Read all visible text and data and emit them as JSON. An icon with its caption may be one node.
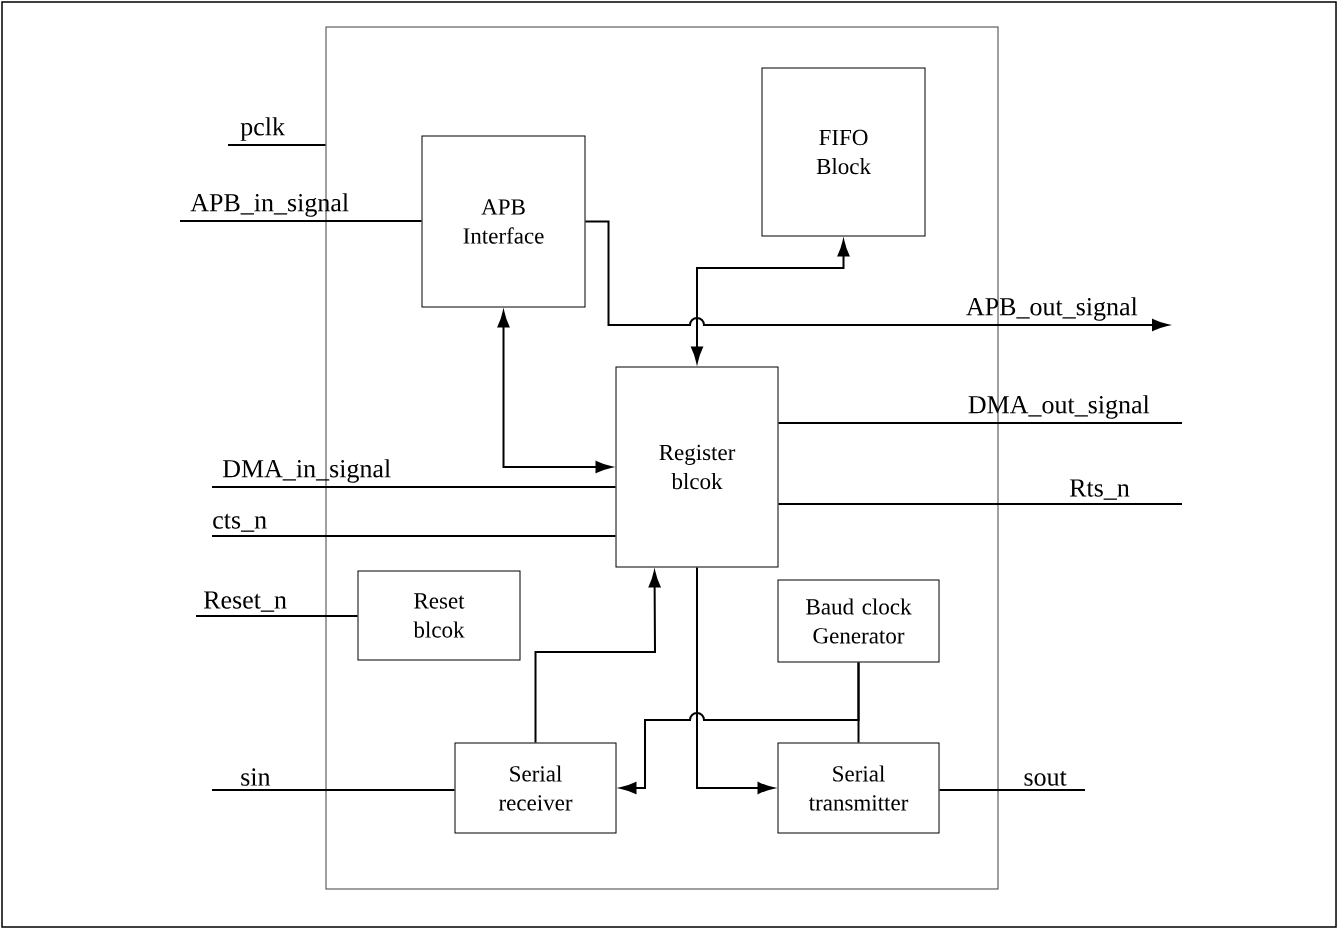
{
  "diagram": {
    "nodes": [
      {
        "text": [],
        "shape": "box"
      },
      {
        "text": [
          "APB Interface"
        ],
        "in": 0
      },
      {
        "text": [
          "FIFO Block"
        ],
        "in": 0
      },
      {
        "text": [
          "Register blcok"
        ],
        "in": 0
      },
      {
        "text": [
          "Reset blcok"
        ],
        "in": 0
      },
      {
        "text": [
          "Baud clock Generator"
        ],
        "in": 0
      },
      {
        "text": [
          "Serial receiver"
        ],
        "in": 0
      },
      {
        "text": [
          "Serial transmitter"
        ],
        "in": 0
      },
      {
        "text": [
          "pclk"
        ]
      },
      {
        "text": [
          "APB_in_signal"
        ]
      },
      {
        "text": [
          "APB_out_signal"
        ]
      },
      {
        "text": [
          "DMA_out_signal"
        ]
      },
      {
        "text": [
          "DMA_in_signal"
        ]
      },
      {
        "text": [
          "Rts_n"
        ]
      },
      {
        "text": [
          "cts_n"
        ]
      },
      {
        "text": [
          "Reset_n"
        ]
      },
      {
        "text": [
          "sin"
        ]
      },
      {
        "text": [
          "sout"
        ]
      }
    ],
    "edges": [
      {
        "from": 8,
        "to": 0,
        "arrow": "none"
      },
      {
        "from": 9,
        "to": 1,
        "arrow": "none"
      },
      {
        "from": 1,
        "to": 10,
        "arrow": "to"
      },
      {
        "from": 3,
        "to": 2,
        "arrow": "both"
      },
      {
        "from": 1,
        "to": 3,
        "arrow": "both"
      },
      {
        "from": 3,
        "to": 11,
        "arrow": "none"
      },
      {
        "from": 12,
        "to": 3,
        "arrow": "none"
      },
      {
        "from": 3,
        "to": 13,
        "arrow": "none"
      },
      {
        "from": 14,
        "to": 3,
        "arrow": "none"
      },
      {
        "from": 15,
        "to": 4,
        "arrow": "none"
      },
      {
        "from": 6,
        "to": 3,
        "arrow": "to"
      },
      {
        "from": 3,
        "to": 7,
        "arrow": "to"
      },
      {
        "from": 5,
        "to": 7,
        "arrow": "none"
      },
      {
        "from": 5,
        "to": 6,
        "arrow": "to"
      },
      {
        "from": 16,
        "to": 6,
        "arrow": "none"
      },
      {
        "from": 7,
        "to": 17,
        "arrow": "none"
      }
    ]
  }
}
